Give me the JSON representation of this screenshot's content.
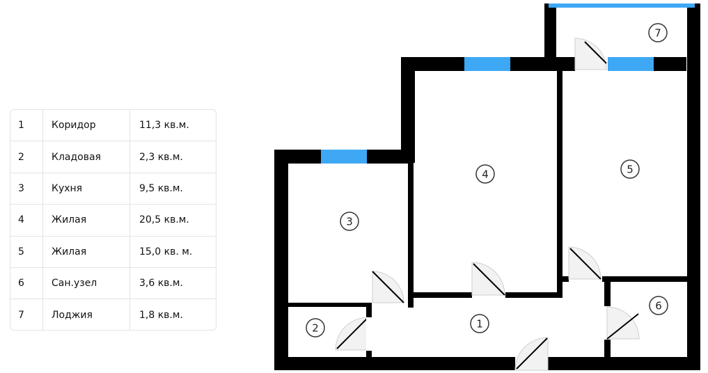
{
  "rooms": [
    {
      "num": "1",
      "name": "Коридор",
      "area": "11,3 кв.м."
    },
    {
      "num": "2",
      "name": "Кладовая",
      "area": "2,3 кв.м."
    },
    {
      "num": "3",
      "name": "Кухня",
      "area": "9,5 кв.м."
    },
    {
      "num": "4",
      "name": "Жилая",
      "area": "20,5 кв.м."
    },
    {
      "num": "5",
      "name": "Жилая",
      "area": "15,0 кв. м."
    },
    {
      "num": "6",
      "name": "Сан.узел",
      "area": "3,6 кв.м."
    },
    {
      "num": "7",
      "name": "Лоджия",
      "area": "1,8 кв.м."
    }
  ],
  "plan_labels": {
    "r1": "1",
    "r2": "2",
    "r3": "3",
    "r4": "4",
    "r5": "5",
    "r6": "6",
    "r7": "7"
  },
  "colors": {
    "wall": "#000000",
    "window": "#3ea8f5",
    "door_fill": "#f2f2f2",
    "door_line": "#c8c8c8"
  }
}
